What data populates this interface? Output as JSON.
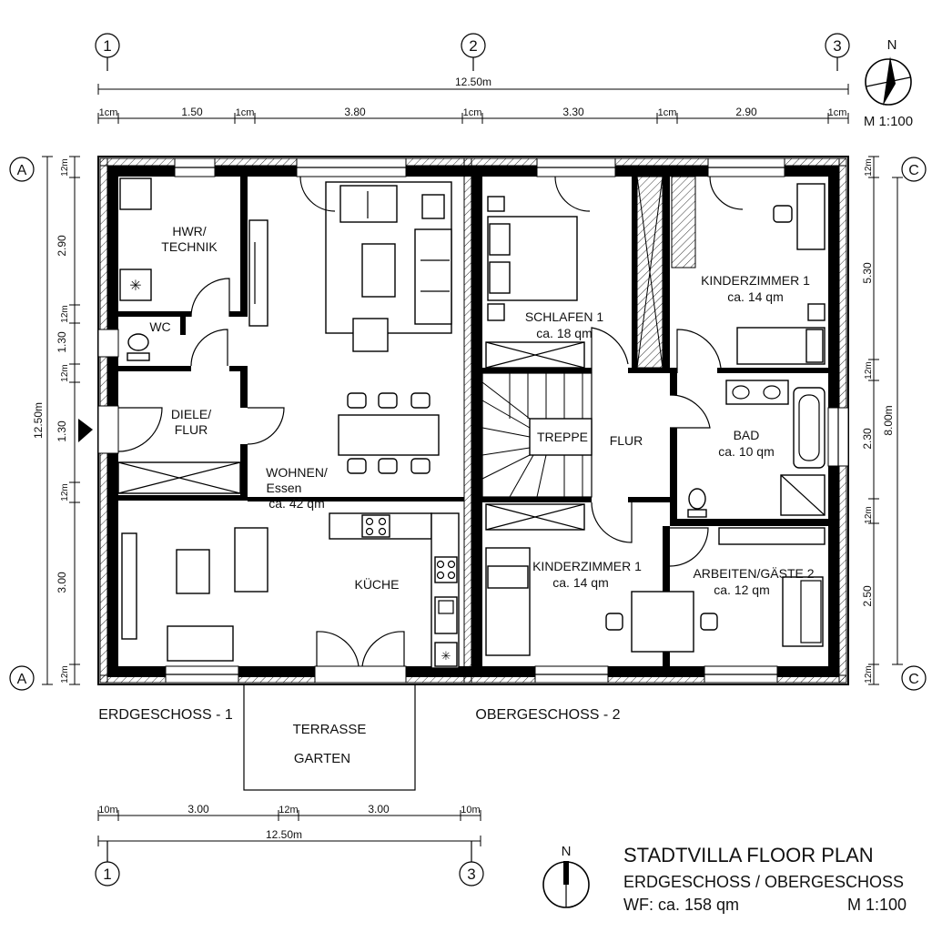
{
  "grid": {
    "top": [
      "1",
      "2",
      "3"
    ],
    "bottom": [
      "1",
      "3"
    ],
    "left": [
      "A",
      "A"
    ],
    "right": [
      "C",
      "C"
    ]
  },
  "dims": {
    "top_total": "12.50m",
    "top_segments": [
      "1cm",
      "1.50",
      "1cm",
      "3.80",
      "1cm",
      "3.30",
      "1cm",
      "2.90",
      "1cm"
    ],
    "left_total": "12.50m",
    "left_segments": [
      "12m",
      "2.90",
      "12m",
      "1.30",
      "12m",
      "1.30",
      "12m",
      "3.00",
      "12m"
    ],
    "right_total": "8.00m",
    "right_segments": [
      "12m",
      "5.30",
      "12m",
      "2.30",
      "12m",
      "2.50",
      "12m"
    ],
    "bottom_total": "12.50m",
    "bottom_segments": [
      "10m",
      "3.00",
      "12m",
      "3.00",
      "10m"
    ]
  },
  "scale_top": "M 1:100",
  "north": "N",
  "rooms": {
    "hwr": "HWR/\nTECHNIK",
    "wc": "WC",
    "diele": "DIELE/\nFLUR",
    "wohnen_1": "WOHNEN/",
    "wohnen_2": "Essen",
    "wohnen_3": "ca. 42 qm",
    "kueche": "KÜCHE",
    "schlafen_1": "SCHLAFEN 1",
    "schlafen_2": "ca. 18 qm",
    "kinder1_1": "KINDERZIMMER 1",
    "kinder1_2": "ca. 14 qm",
    "treppe": "TREPPE",
    "flur": "FLUR",
    "bad_1": "BAD",
    "bad_2": "ca. 10 qm",
    "kinder2_1": "KINDERZIMMER 1",
    "kinder2_2": "ca. 14 qm",
    "arbeiten_1": "ARBEITEN/GÄSTE 2",
    "arbeiten_2": "ca. 12 qm"
  },
  "floors": {
    "eg": "ERDGESCHOSS - 1",
    "og": "OBERGESCHOSS - 2"
  },
  "terrace": {
    "line1": "TERRASSE",
    "line2": "GARTEN"
  },
  "title_block": {
    "title": "STADTVILLA FLOOR PLAN",
    "subtitle": "ERDGESCHOSS / OBERGESCHOSS",
    "area": "WF: ca. 158 qm",
    "scale": "M 1:100"
  }
}
